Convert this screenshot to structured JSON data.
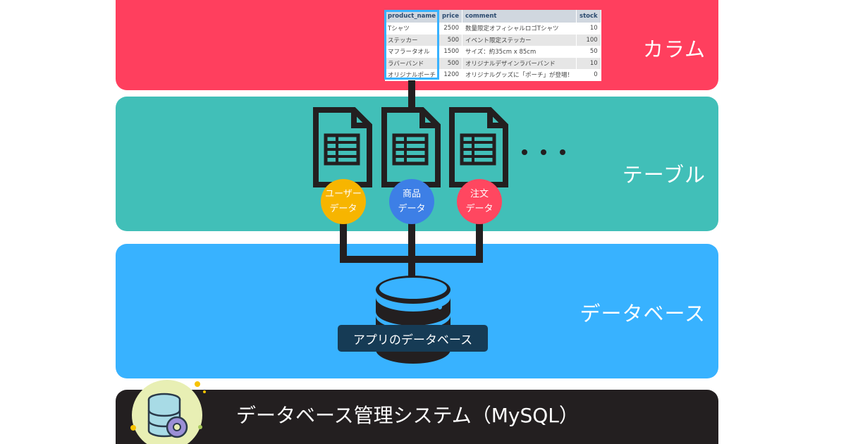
{
  "layers": {
    "column": {
      "label": "カラム",
      "color": "#ff3f5e"
    },
    "table": {
      "label": "テーブル",
      "color": "#41bfb8"
    },
    "database": {
      "label": "データベース",
      "color": "#38b2ff"
    },
    "dbms": {
      "label": "データベース管理システム（MySQL）",
      "color": "#231f20"
    }
  },
  "sample_table": {
    "headers": [
      "product_name",
      "price",
      "comment",
      "stock"
    ],
    "rows": [
      [
        "Tシャツ",
        "2500",
        "数量限定オフィシャルロゴTシャツ",
        "10"
      ],
      [
        "ステッカー",
        "500",
        "イベント限定ステッカー",
        "100"
      ],
      [
        "マフラータオル",
        "1500",
        "サイズ：約35cm x 85cm",
        "50"
      ],
      [
        "ラバーバンド",
        "500",
        "オリジナルデザインラバーバンド",
        "10"
      ],
      [
        "オリジナルポーチ",
        "1200",
        "オリジナルグッズに「ポーチ」が登場！",
        "0"
      ]
    ]
  },
  "tables": [
    {
      "line1": "ユーザー",
      "line2": "データ",
      "color": "#f7b500"
    },
    {
      "line1": "商品",
      "line2": "データ",
      "color": "#3d7fe6"
    },
    {
      "line1": "注文",
      "line2": "データ",
      "color": "#ff4760"
    }
  ],
  "more_tables_ellipsis": "・・・",
  "database_caption": "アプリのデータベース",
  "icons": [
    "document-table-icon",
    "database-icon",
    "database-gear-icon"
  ]
}
